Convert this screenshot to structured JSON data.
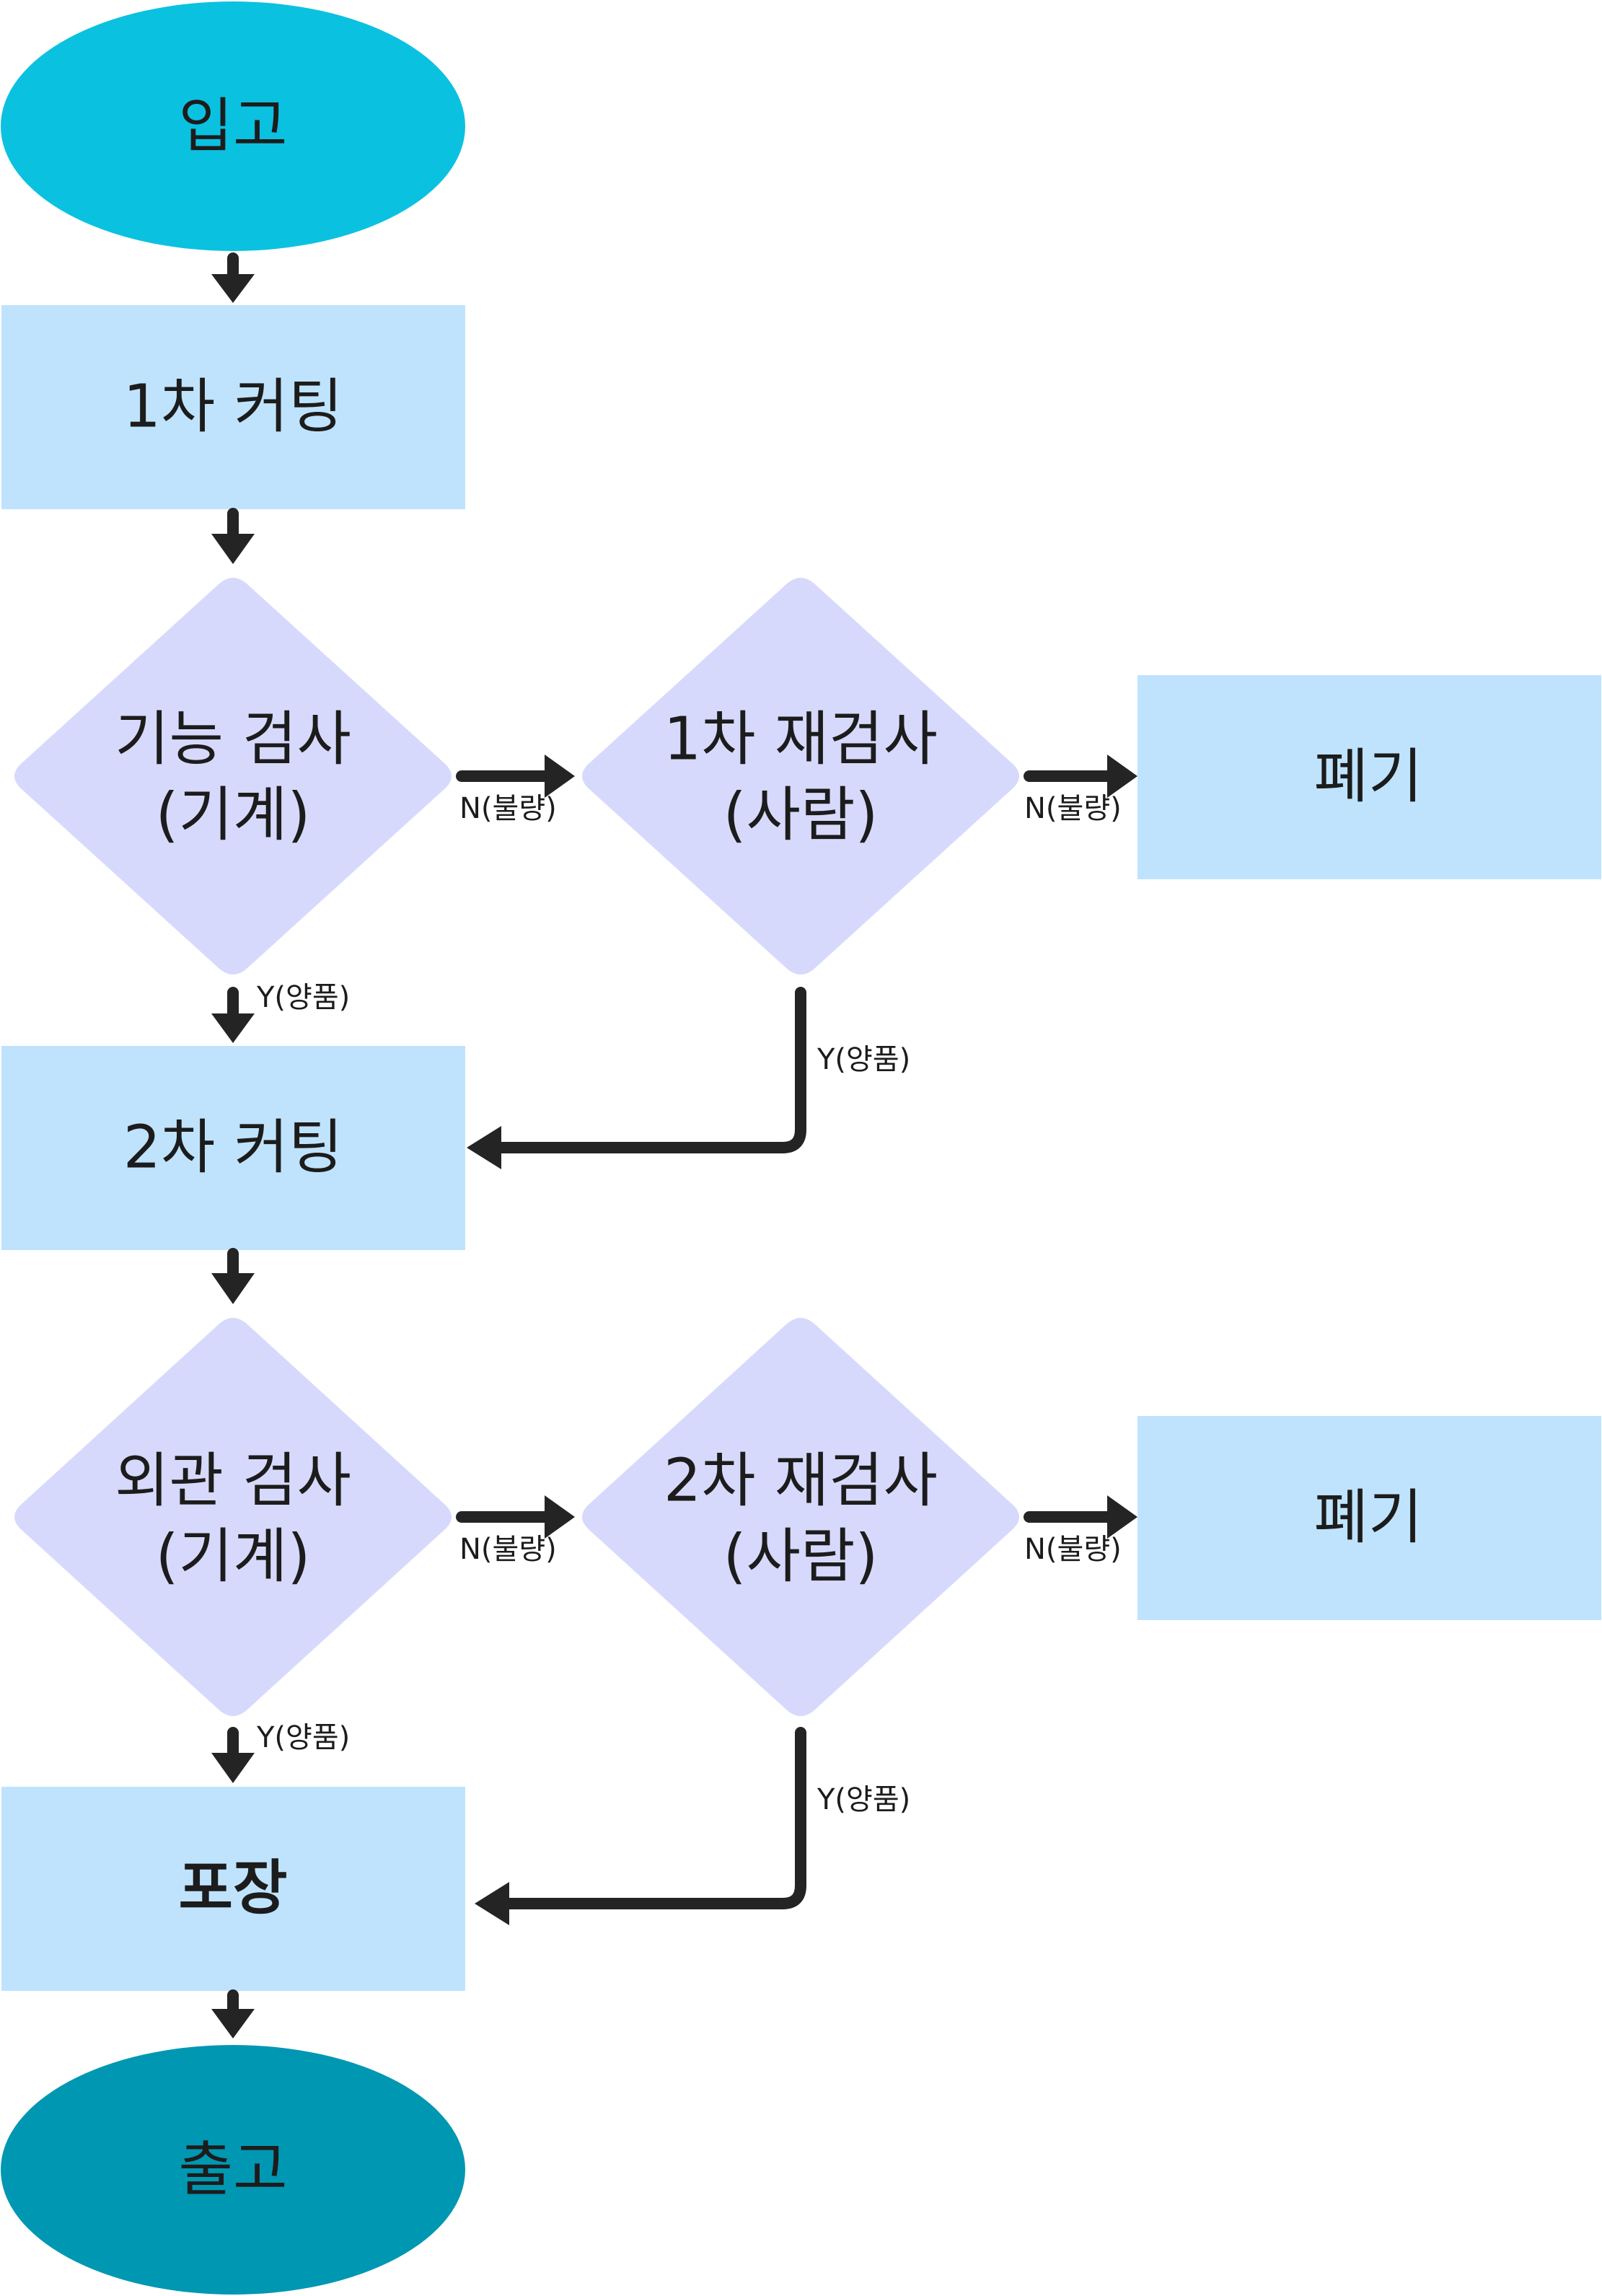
{
  "colors": {
    "terminal_start": "#0BC1E0",
    "terminal_end": "#0097B2",
    "process": "#BFE3FD",
    "decision": "#D7D9FC",
    "arrow": "#242424",
    "text": "#1C1C1C"
  },
  "nodes": {
    "start": {
      "label": "입고"
    },
    "cut1": {
      "label": "1차 커팅"
    },
    "func_check": {
      "line1": "기능 검사",
      "line2": "(기계)"
    },
    "recheck1": {
      "line1": "1차 재검사",
      "line2": "(사람)"
    },
    "discard1": {
      "label": "폐기"
    },
    "cut2": {
      "label": "2차 커팅"
    },
    "look_check": {
      "line1": "외관 검사",
      "line2": "(기계)"
    },
    "recheck2": {
      "line1": "2차 재검사",
      "line2": "(사람)"
    },
    "discard2": {
      "label": "폐기"
    },
    "pack": {
      "label": "포장"
    },
    "end": {
      "label": "출고"
    }
  },
  "edges": {
    "func_to_recheck1": "N(불량)",
    "recheck1_to_discard1": "N(불량)",
    "func_to_cut2": "Y(양품)",
    "recheck1_to_cut2": "Y(양품)",
    "look_to_recheck2": "N(불량)",
    "recheck2_to_discard2": "N(불량)",
    "look_to_pack": "Y(양품)",
    "recheck2_to_pack": "Y(양품)"
  }
}
